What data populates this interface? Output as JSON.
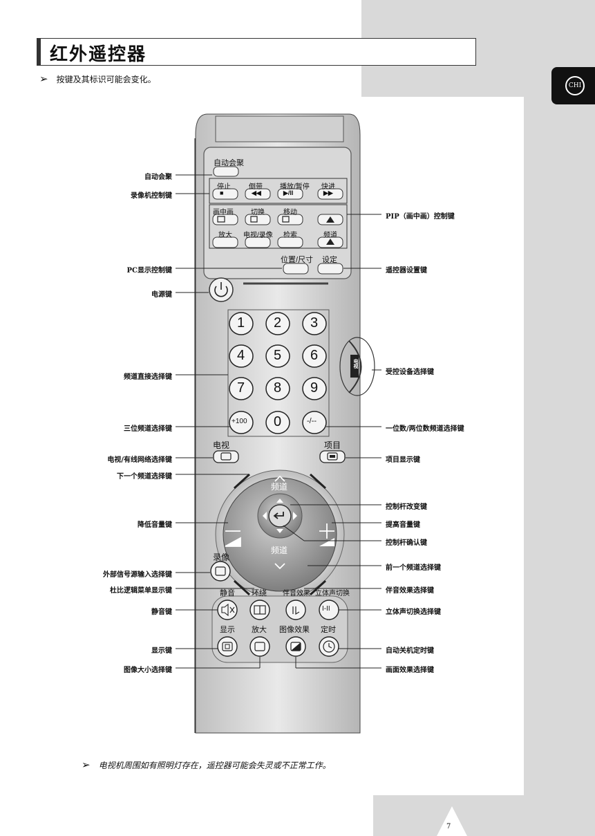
{
  "title": "红外遥控器",
  "lang_tab": "CHI",
  "note_top": "按键及其标识可能会变化。",
  "note_bottom": "电视机周围如有照明灯存在，遥控器可能会失灵或不正常工作。",
  "arrow_glyph": "➢",
  "page_number": "7",
  "callouts_left": [
    "自动会聚",
    "录像机控制键",
    "PC显示控制键",
    "电源键",
    "频道直接选择键",
    "三位频道选择键",
    "电视/有线网络选择键",
    "下一个频道选择键",
    "降低音量键",
    "外部信号源输入选择键",
    "杜比逻辑菜单显示键",
    "静音键",
    "显示键",
    "图像大小选择键"
  ],
  "callouts_right": [
    "PIP（画中画）控制键",
    "遥控器设置键",
    "受控设备选择键",
    "一位数/两位数频道选择键",
    "项目显示键",
    "控制杆改变键",
    "提高音量键",
    "控制杆确认键",
    "前一个频道选择键",
    "伴音效果选择键",
    "立体声切换选择键",
    "自动关机定时键",
    "画面效果选择键"
  ],
  "remote": {
    "auto_converge": "自动会聚",
    "vcr_labels": [
      "停止",
      "倒带",
      "播放/暂停",
      "快进"
    ],
    "vcr_symbols": [
      "■",
      "◀◀",
      "▶/II",
      "▶▶"
    ],
    "pip_row1": [
      "画中画",
      "切换",
      "移动"
    ],
    "pip_row2": [
      "放大",
      "电视/录像",
      "检索",
      "频道"
    ],
    "pos_size": "位置/尺寸",
    "setup": "设定",
    "digits": [
      "1",
      "2",
      "3",
      "4",
      "5",
      "6",
      "7",
      "8",
      "9",
      "0"
    ],
    "plus100": "+100",
    "dash": "-/--",
    "tv": "电视",
    "menu": "项目",
    "ch": "频道",
    "record": "录像",
    "mute": "静音",
    "surround": "环绕",
    "sound_effect": "伴音效果",
    "stereo": "立体声切换",
    "stereo_sym": "I-II",
    "display": "显示",
    "zoom": "放大",
    "picture_effect": "图像效果",
    "timer": "定时",
    "side_switch": "电视"
  }
}
